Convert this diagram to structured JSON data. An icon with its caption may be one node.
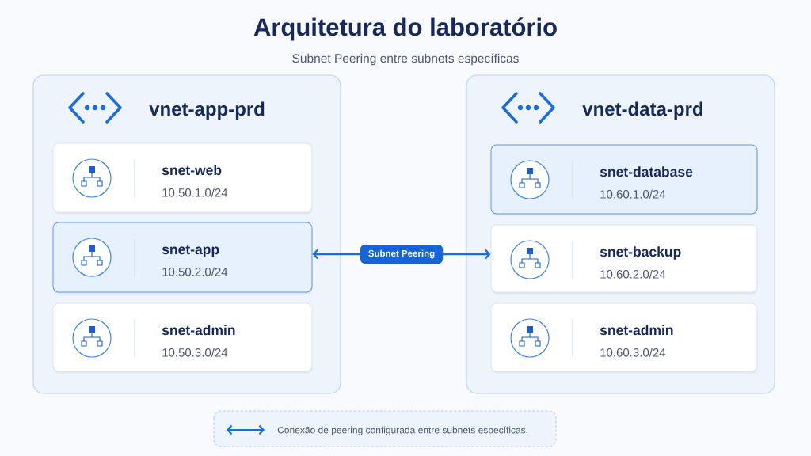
{
  "diagram": {
    "title": "Arquitetura do laboratório",
    "nodes": [
      {
        "text": [
          "vnet-app-prd"
        ]
      },
      {
        "text": [
          "snet-web",
          "10.50.1.0/24"
        ],
        "in": 0
      },
      {
        "text": [
          "snet-app",
          "10.50.2.0/24"
        ],
        "in": 0
      },
      {
        "text": [
          "snet-admin",
          "10.50.3.0/24"
        ],
        "in": 0
      },
      {
        "text": [
          "vnet-data-prd"
        ]
      },
      {
        "text": [
          "snet-database",
          "10.60.1.0/24"
        ],
        "in": 4
      },
      {
        "text": [
          "snet-backup",
          "10.60.2.0/24"
        ],
        "in": 4
      },
      {
        "text": [
          "snet-admin",
          "10.60.3.0/24"
        ],
        "in": 4
      }
    ],
    "edges": [
      {
        "from": 2,
        "to": 6,
        "arrow": "both",
        "label": "Subnet Peering"
      }
    ],
    "labels": [
      "Subnet Peering entre subnets específicas"
    ],
    "legend": [
      {
        "text": "Conexão de peering configurada entre subnets específicas."
      }
    ]
  }
}
